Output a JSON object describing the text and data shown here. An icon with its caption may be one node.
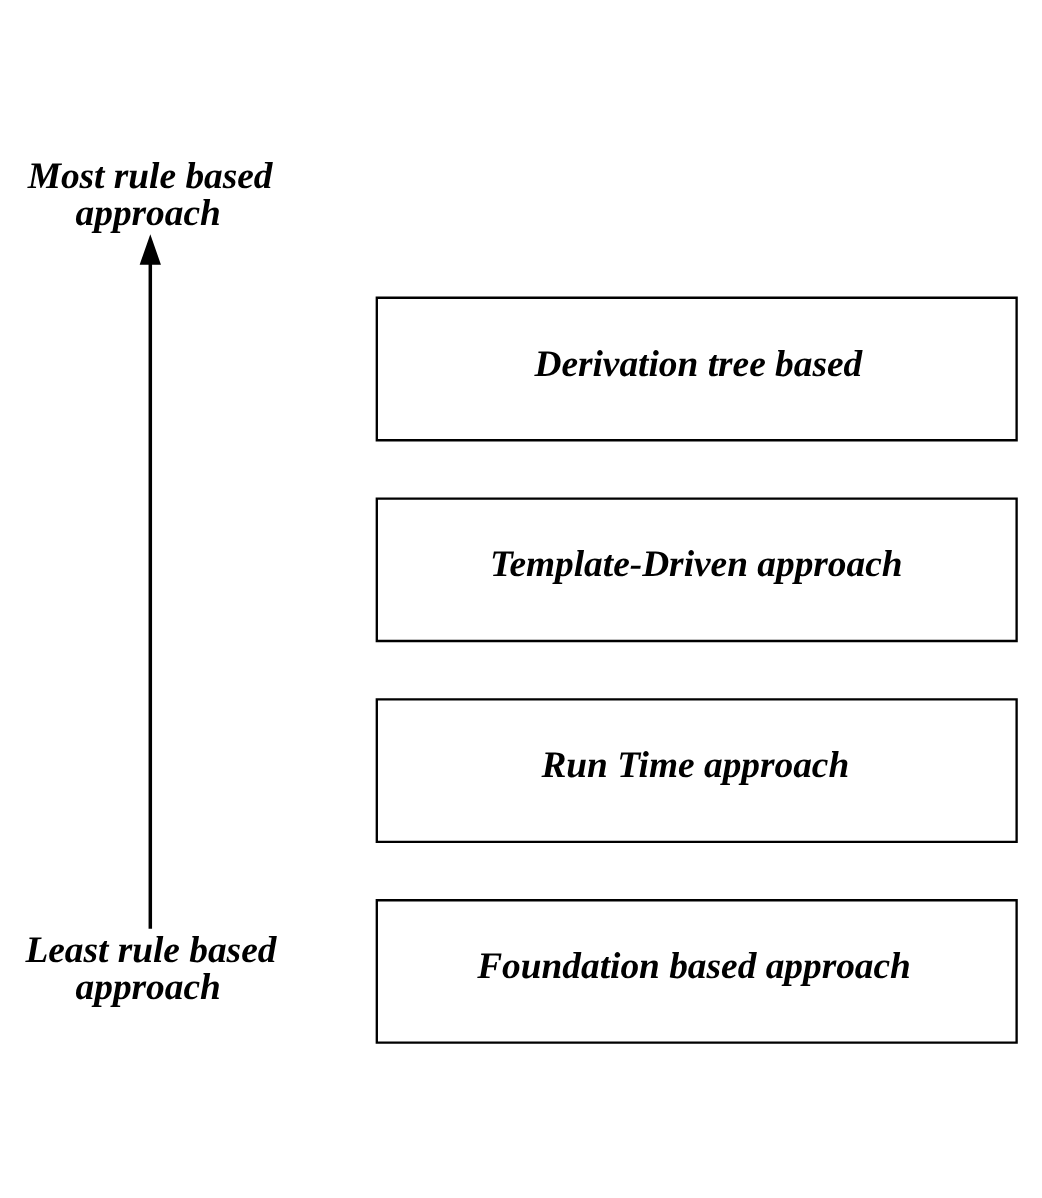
{
  "diagram": {
    "nodes": [
      {
        "text": [
          "Most rule based approach"
        ]
      },
      {
        "text": [
          "Derivation tree based"
        ]
      },
      {
        "text": [
          "Template-Driven approach"
        ]
      },
      {
        "text": [
          "Run Time approach"
        ]
      },
      {
        "text": [
          "Foundation based approach"
        ]
      },
      {
        "text": [
          "Least rule based approach"
        ]
      }
    ],
    "edges": [
      {
        "from": 5,
        "to": 0,
        "arrow": "to"
      }
    ]
  }
}
